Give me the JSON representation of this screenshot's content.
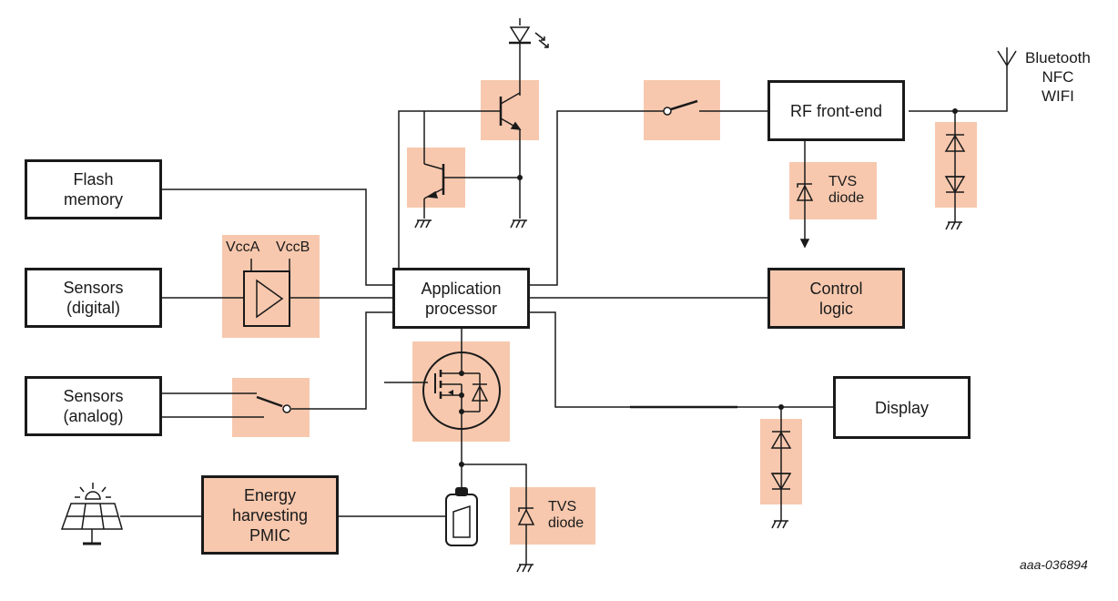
{
  "blocks": {
    "flash": [
      "Flash",
      "memory"
    ],
    "sensors_digital": [
      "Sensors",
      "(digital)"
    ],
    "sensors_analog": [
      "Sensors",
      "(analog)"
    ],
    "app_processor": [
      "Application",
      "processor"
    ],
    "rf_frontend": [
      "RF front-end"
    ],
    "control_logic": [
      "Control",
      "logic"
    ],
    "display": [
      "Display"
    ],
    "energy_pmic": [
      "Energy",
      "harvesting",
      "PMIC"
    ]
  },
  "labels": {
    "vcca": "VccA",
    "vccb": "VccB",
    "tvs_rf": [
      "TVS",
      "diode"
    ],
    "tvs_battery": [
      "TVS",
      "diode"
    ],
    "wireless": [
      "Bluetooth",
      "NFC",
      "WIFI"
    ]
  },
  "figure_id": "aaa-036894",
  "colors": {
    "highlight": "#f7c8ae",
    "line": "#1a1a1a",
    "background": "#ffffff"
  }
}
